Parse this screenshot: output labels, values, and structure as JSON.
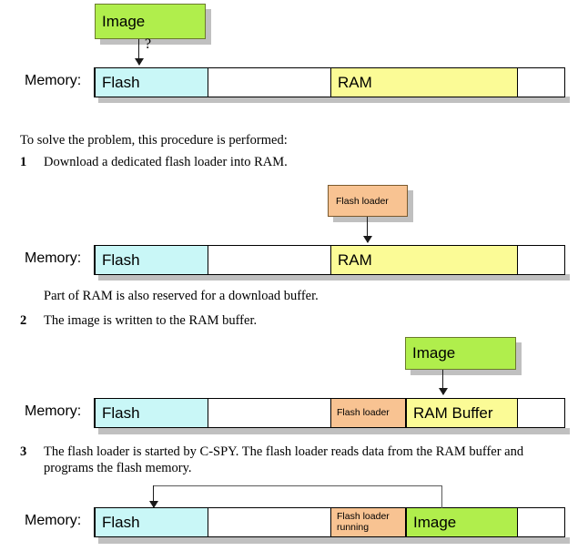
{
  "labels": {
    "memory": "Memory:"
  },
  "intro": {
    "text": "To solve the problem, this procedure is performed:"
  },
  "steps": [
    {
      "num": "1",
      "text": "Download a dedicated flash loader into RAM."
    },
    {
      "num": "2",
      "text": "The image is written to the RAM buffer."
    },
    {
      "num": "3",
      "text": "The flash loader is started by C-SPY. The flash loader reads data from the RAM buffer and programs the flash memory."
    }
  ],
  "notes": {
    "buffer_note": "Part of RAM is also reserved for a download buffer."
  },
  "stage0": {
    "callout": "Image",
    "question": "?",
    "segments": [
      {
        "label": "Flash",
        "kind": "flash"
      },
      {
        "label": "RAM",
        "kind": "ram"
      }
    ]
  },
  "stage1": {
    "callout": "Flash loader",
    "segments": [
      {
        "label": "Flash",
        "kind": "flash"
      },
      {
        "label": "RAM",
        "kind": "ram"
      }
    ]
  },
  "stage2": {
    "callout": "Image",
    "segments": [
      {
        "label": "Flash",
        "kind": "flash"
      },
      {
        "label": "Flash loader",
        "kind": "loader"
      },
      {
        "label": "RAM Buffer",
        "kind": "ram"
      }
    ]
  },
  "stage3": {
    "segments": [
      {
        "label": "Flash",
        "kind": "flash"
      },
      {
        "label": "Flash loader running",
        "kind": "loader"
      },
      {
        "label": "Image",
        "kind": "image"
      }
    ]
  },
  "colors": {
    "flash": "#c9f7f7",
    "ram": "#fbfb96",
    "loader": "#f8c392",
    "image": "#b0ee4c",
    "shadow": "#c0c0c0",
    "stroke": "#000000"
  }
}
